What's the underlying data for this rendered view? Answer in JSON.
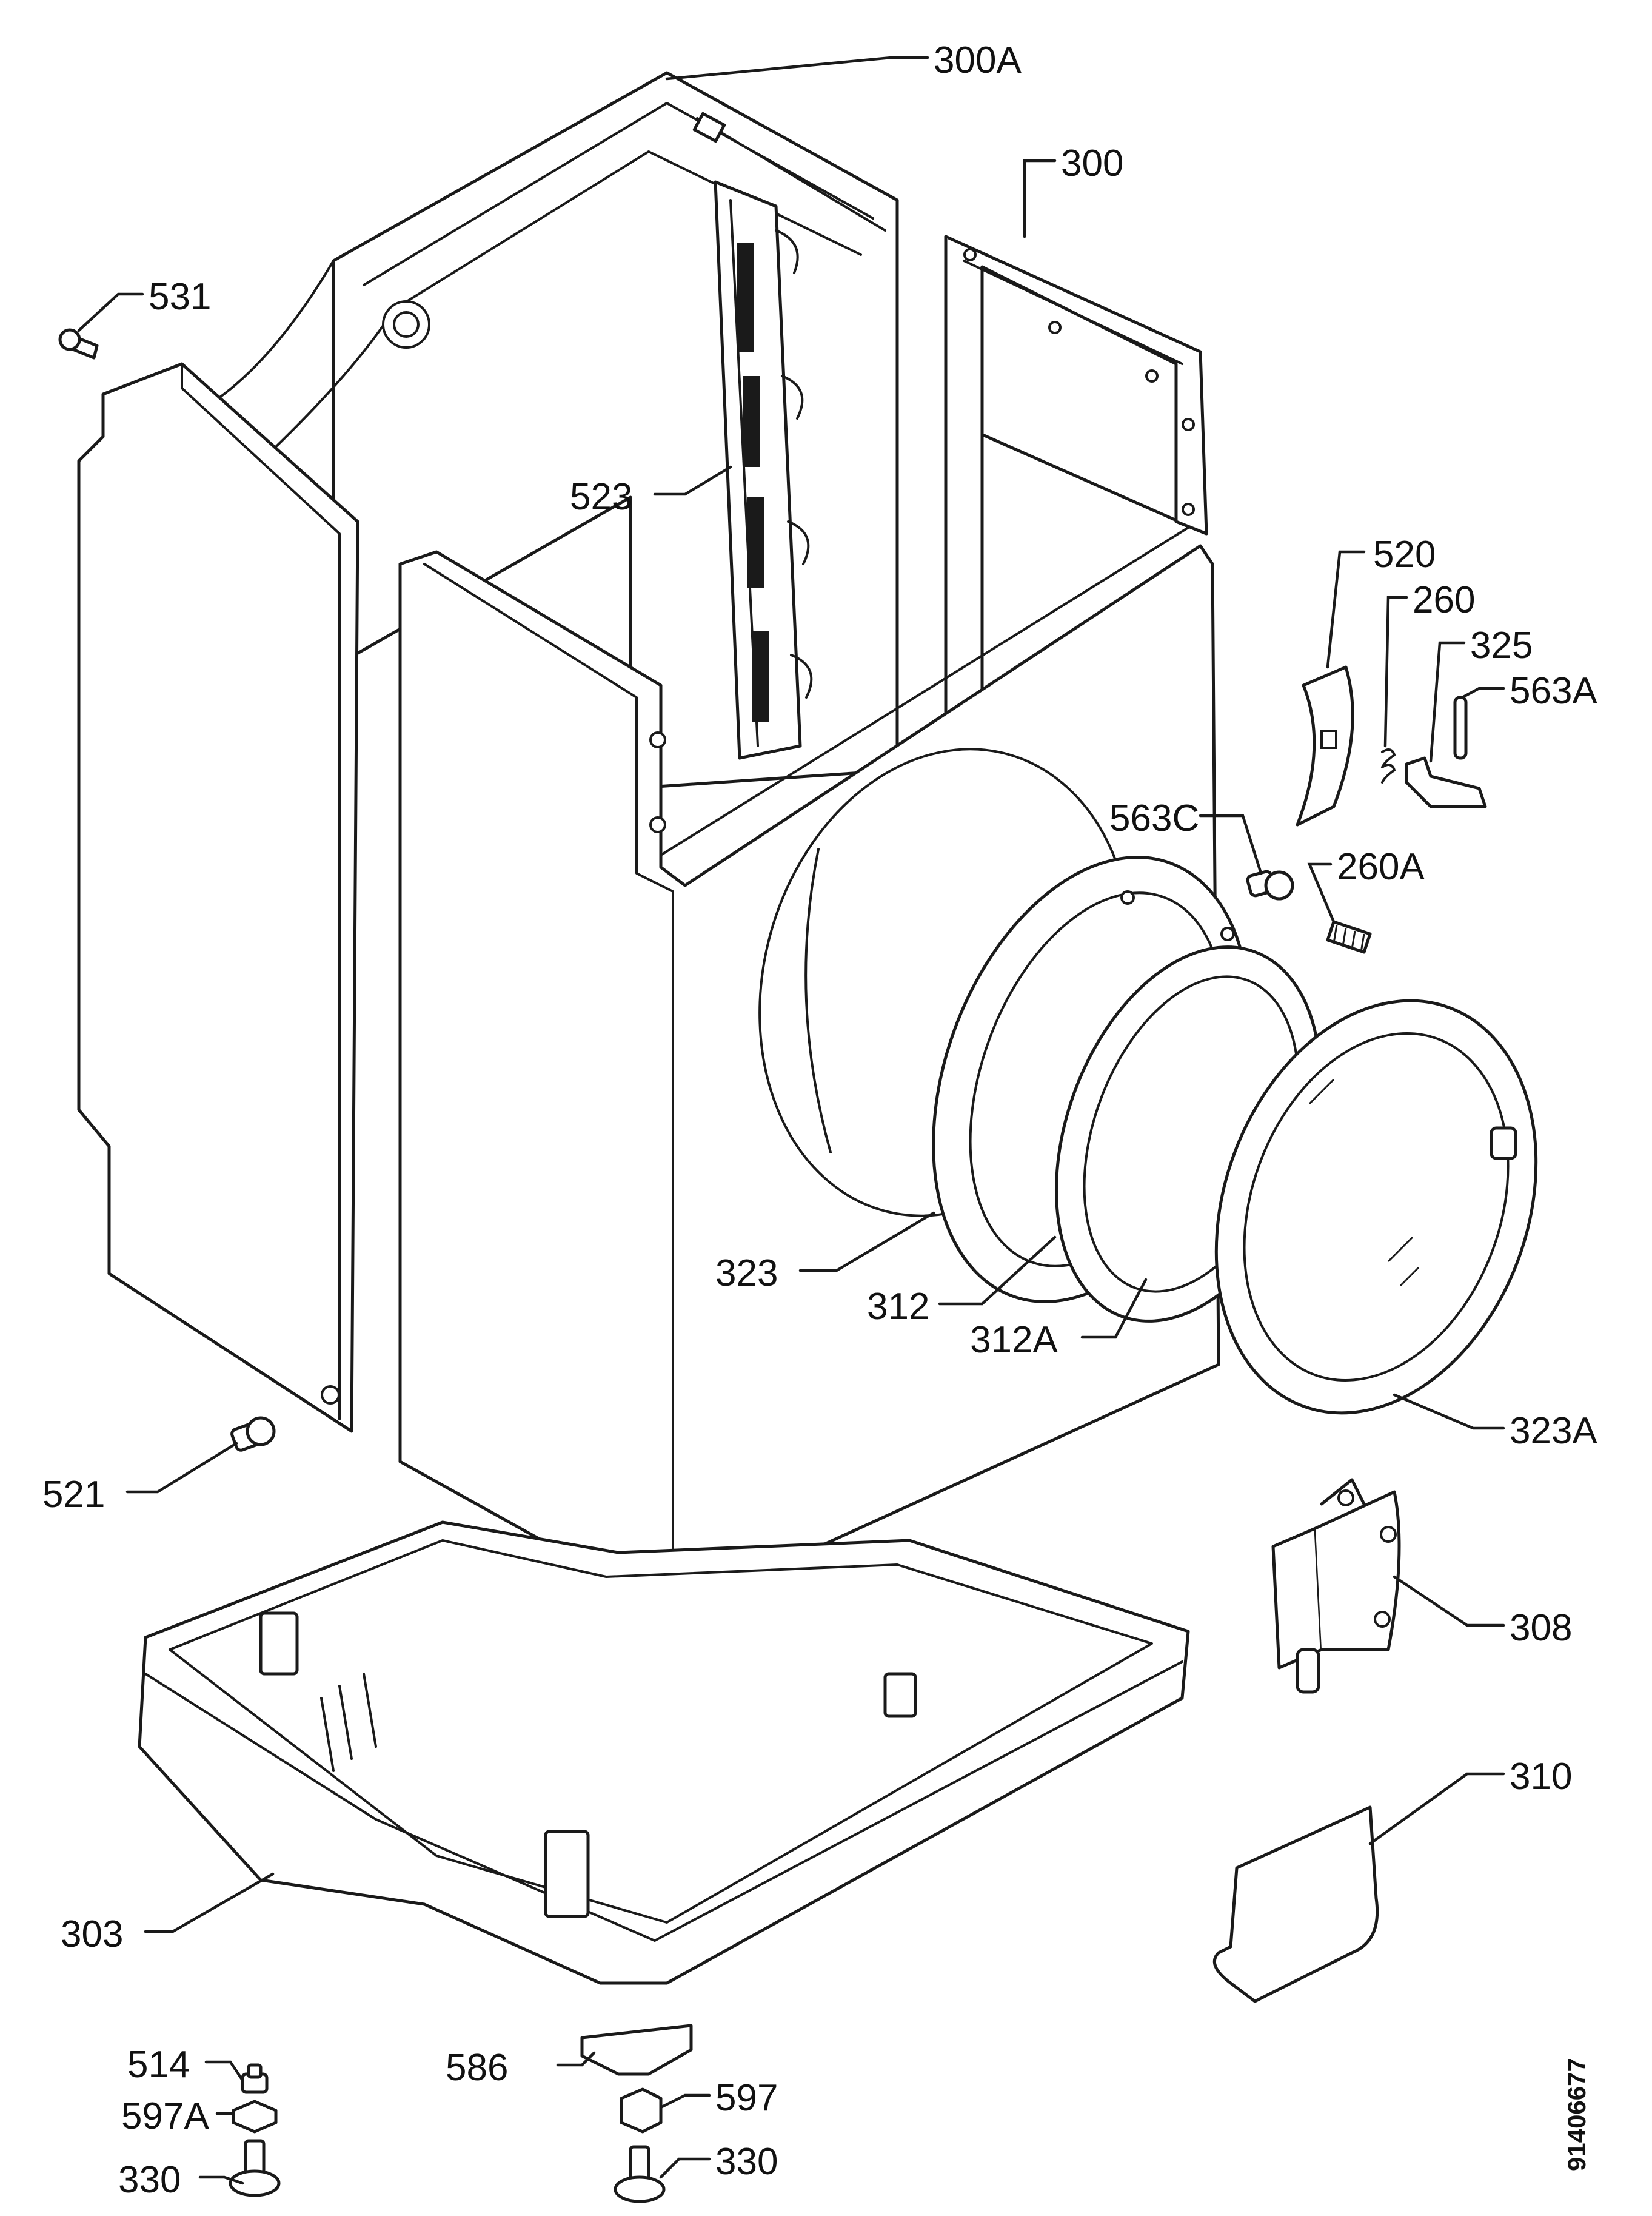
{
  "callouts": {
    "c300a": "300A",
    "c300": "300",
    "c531": "531",
    "c523": "523",
    "c520": "520",
    "c260": "260",
    "c325": "325",
    "c563a": "563A",
    "c563c": "563C",
    "c260a": "260A",
    "c323": "323",
    "c312": "312",
    "c312a": "312A",
    "c323a": "323A",
    "c521": "521",
    "c308": "308",
    "c310": "310",
    "c303": "303",
    "c514": "514",
    "c597a": "597A",
    "c330l": "330",
    "c586": "586",
    "c597": "597",
    "c330r": "330"
  },
  "document_number": "91406677"
}
